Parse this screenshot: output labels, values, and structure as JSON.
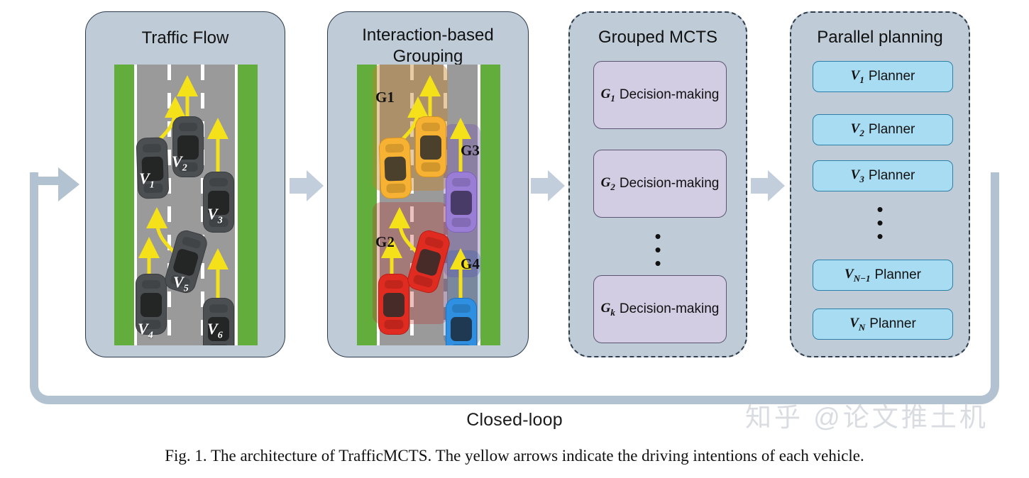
{
  "figure": {
    "caption": "Fig. 1. The architecture of TrafficMCTS. The yellow arrows indicate the driving intentions of each vehicle.",
    "watermark": "知乎 @论文推土机",
    "loop_label": "Closed-loop"
  },
  "colors": {
    "panel_bg": "#bfccd8",
    "panel_border": "#2b3a4a",
    "arrow": "#c2cedb",
    "loop": "#b3c2d1",
    "grass": "#63ad3c",
    "asphalt": "#9a9a9a",
    "lane_line": "#ffffff",
    "intention_arrow": "#f5e11a",
    "car_grey": "#4c4f52",
    "car_yellow": "#f7b233",
    "car_red": "#e02b20",
    "car_purple": "#9a7ed6",
    "car_blue": "#2f8fe0",
    "mcts_box": "#d3cde3",
    "mcts_box_border": "#5c5473",
    "planner_box": "#a8dcf2",
    "planner_box_border": "#2b7fa8"
  },
  "panels": [
    {
      "id": "traffic-flow",
      "title": "Traffic Flow",
      "vehicles": [
        {
          "name": "V",
          "index": "1"
        },
        {
          "name": "V",
          "index": "2"
        },
        {
          "name": "V",
          "index": "3"
        },
        {
          "name": "V",
          "index": "4"
        },
        {
          "name": "V",
          "index": "5"
        },
        {
          "name": "V",
          "index": "6"
        }
      ]
    },
    {
      "id": "interaction-based-grouping",
      "title": "Interaction-based Grouping",
      "groups": [
        {
          "label": "G1",
          "color": "#c8a06a"
        },
        {
          "label": "G2",
          "color": "#c07b74"
        },
        {
          "label": "G3",
          "color": "#9a8fbe"
        },
        {
          "label": "G4",
          "color": "#7d97b8"
        }
      ]
    },
    {
      "id": "grouped-mcts",
      "title": "Grouped MCTS",
      "items": [
        {
          "symbol": "G",
          "sub": "1",
          "label": "Decision-making"
        },
        {
          "symbol": "G",
          "sub": "2",
          "label": "Decision-making"
        },
        {
          "symbol": "G",
          "sub": "k",
          "label": "Decision-making"
        }
      ],
      "ellipsis": "•"
    },
    {
      "id": "parallel-planning",
      "title": "Parallel planning",
      "items": [
        {
          "symbol": "V",
          "sub": "1",
          "label": "Planner"
        },
        {
          "symbol": "V",
          "sub": "2",
          "label": "Planner"
        },
        {
          "symbol": "V",
          "sub": "3",
          "label": "Planner"
        },
        {
          "symbol": "V",
          "sub": "N−1",
          "label": "Planner"
        },
        {
          "symbol": "V",
          "sub": "N",
          "label": "Planner"
        }
      ],
      "ellipsis": "•"
    }
  ],
  "chart_data": {
    "type": "diagram",
    "title": "TrafficMCTS architecture pipeline",
    "stages": [
      "Traffic Flow",
      "Interaction-based Grouping",
      "Grouped MCTS",
      "Parallel planning"
    ],
    "feedback": "Closed-loop",
    "vehicle_count_shown": 6,
    "group_count_shown": 4
  }
}
